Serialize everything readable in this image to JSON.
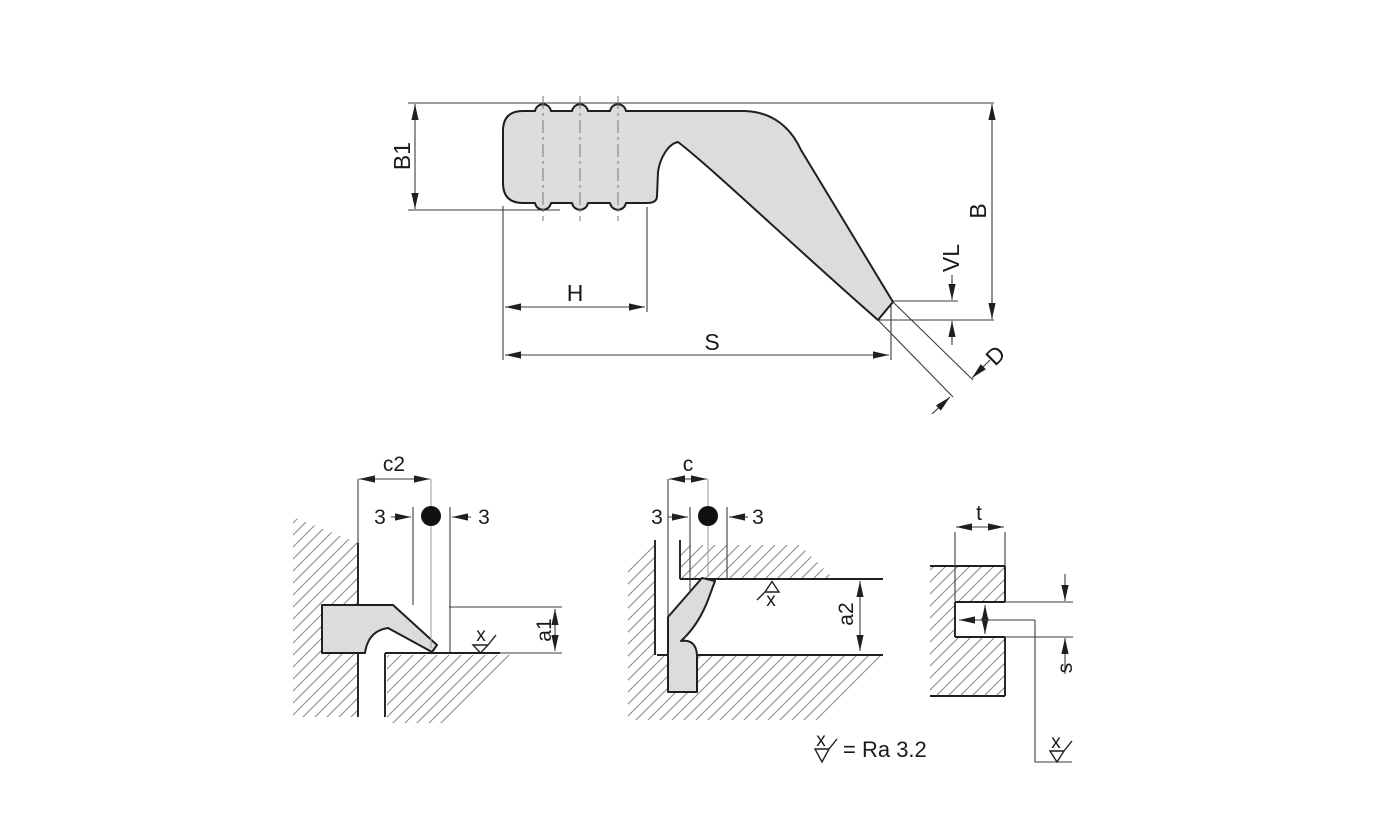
{
  "colors": {
    "profile": "#dcdcdc",
    "line": "#1f1f1f",
    "thin": "#3c3c3c",
    "text": "#1a1a1a",
    "ball": "#111111"
  },
  "drawing": {
    "main_view": {
      "labels": {
        "b1": "B1",
        "h": "H",
        "s": "S",
        "b": "B",
        "vl": "VL",
        "d": "D"
      }
    },
    "detail_left": {
      "labels": {
        "c2": "c2",
        "offset_left": "3",
        "offset_right": "3",
        "a1": "a1"
      },
      "surface_mark": "x"
    },
    "detail_middle": {
      "labels": {
        "c": "c",
        "offset_left": "3",
        "offset_right": "3",
        "a2": "a2"
      },
      "surface_mark": "x"
    },
    "detail_right": {
      "labels": {
        "t": "t",
        "s": "s"
      },
      "surface_mark": "x"
    },
    "note": {
      "mark": "x",
      "equals": "= Ra 3.2"
    }
  }
}
